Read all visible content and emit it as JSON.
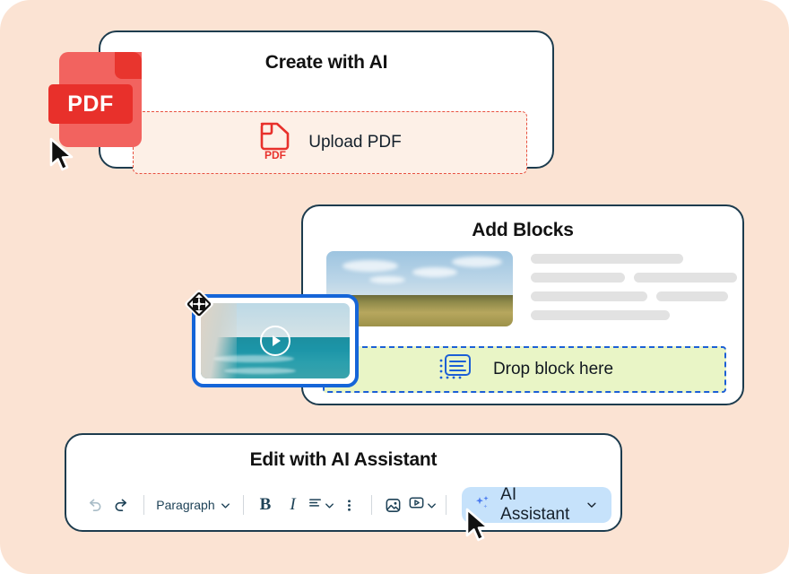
{
  "background_color": "#fbe3d3",
  "cards": {
    "create": {
      "title": "Create with AI",
      "upload_label": "Upload PDF",
      "upload_icon": "pdf-document-icon",
      "dropzone_border_color": "#e8503f"
    },
    "blocks": {
      "title": "Add Blocks",
      "drop_label": "Drop block here",
      "drop_icon": "text-block-icon",
      "dropzone_fill": "#e9f5c6",
      "dropzone_border_color": "#1c5fd6",
      "thumbnail_alt": "landscape-photo",
      "skeleton_rows": [
        [
          170
        ],
        [
          105,
          160
        ],
        [
          130,
          95
        ],
        [
          180
        ]
      ]
    },
    "edit": {
      "title": "Edit with AI Assistant",
      "toolbar": {
        "undo_icon": "undo-icon",
        "redo_icon": "redo-icon",
        "style_label": "Paragraph",
        "style_chevron": "chevron-down-icon",
        "bold_label": "B",
        "italic_label": "I",
        "align_icon": "align-left-icon",
        "align_chevron": "chevron-down-icon",
        "more_icon": "more-vertical-icon",
        "image_icon": "image-icon",
        "video_icon": "video-icon",
        "video_chevron": "chevron-down-icon",
        "ai_label": "AI Assistant",
        "ai_icon": "sparkles-icon",
        "ai_chevron": "chevron-down-icon",
        "ai_button_color": "#c6e2fb"
      }
    }
  },
  "pdf_badge": {
    "label": "PDF",
    "body_color": "#f2635f",
    "tag_color": "#e8302b"
  },
  "video_block": {
    "play_icon": "play-icon",
    "move_icon": "move-handle-icon",
    "border_color": "#1565d8"
  },
  "cursors": {
    "pdf_cursor": "arrow-cursor",
    "ai_cursor": "arrow-cursor"
  }
}
